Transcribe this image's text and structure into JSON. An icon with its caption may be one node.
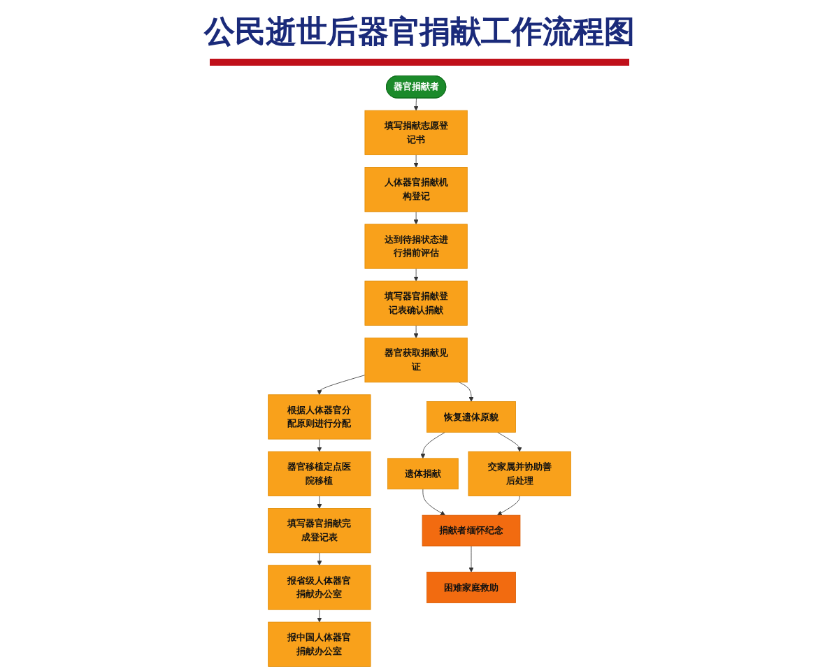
{
  "diagram": {
    "title": "公民逝世后器官捐献工作流程图",
    "nodes": [
      {
        "text": [
          "器官捐献者"
        ]
      },
      {
        "text": [
          "填写捐献志愿登记书"
        ]
      },
      {
        "text": [
          "人体器官捐献机构登记"
        ]
      },
      {
        "text": [
          "达到待捐状态进行捐前评估"
        ]
      },
      {
        "text": [
          "器官移植定点医院移植"
        ]
      },
      {
        "text": [
          "根据人体器官分配原则进行分配"
        ]
      },
      {
        "text": [
          "器官获取捐献见证"
        ]
      },
      {
        "text": [
          "填写器官捐献登记表确认捐献"
        ]
      },
      {
        "text": [
          "填写器官捐献完成登记表"
        ]
      },
      {
        "text": [
          "遗体捐献"
        ]
      },
      {
        "text": [
          "恢复遗体原貌"
        ]
      },
      {
        "text": [
          "交家属并协助善后处理"
        ]
      },
      {
        "text": [
          "报省级人体器官捐献办公室"
        ]
      },
      {
        "text": [
          "报中国人体器官捐献办公室"
        ]
      },
      {
        "text": [
          "捐献者缅怀纪念"
        ]
      },
      {
        "text": [
          "困难家庭救助"
        ]
      }
    ],
    "edges": [
      {
        "from": 0,
        "to": 1,
        "arrow": "to"
      },
      {
        "from": 1,
        "to": 2,
        "arrow": "to"
      },
      {
        "from": 2,
        "to": 3,
        "arrow": "to"
      },
      {
        "from": 3,
        "to": 7,
        "arrow": "to"
      },
      {
        "from": 7,
        "to": 6,
        "arrow": "to"
      },
      {
        "from": 6,
        "to": 5,
        "arrow": "to"
      },
      {
        "from": 5,
        "to": 4,
        "arrow": "to"
      },
      {
        "from": 4,
        "to": 8,
        "arrow": "to"
      },
      {
        "from": 6,
        "to": 10,
        "arrow": "to"
      },
      {
        "from": 10,
        "to": 9,
        "arrow": "to"
      },
      {
        "from": 10,
        "to": 11,
        "arrow": "to"
      },
      {
        "from": 8,
        "to": 12,
        "arrow": "to"
      },
      {
        "from": 12,
        "to": 13,
        "arrow": "to"
      },
      {
        "from": 9,
        "to": 14,
        "arrow": "to"
      },
      {
        "from": 11,
        "to": 14,
        "arrow": "to"
      },
      {
        "from": 14,
        "to": 15,
        "arrow": "to"
      }
    ]
  }
}
